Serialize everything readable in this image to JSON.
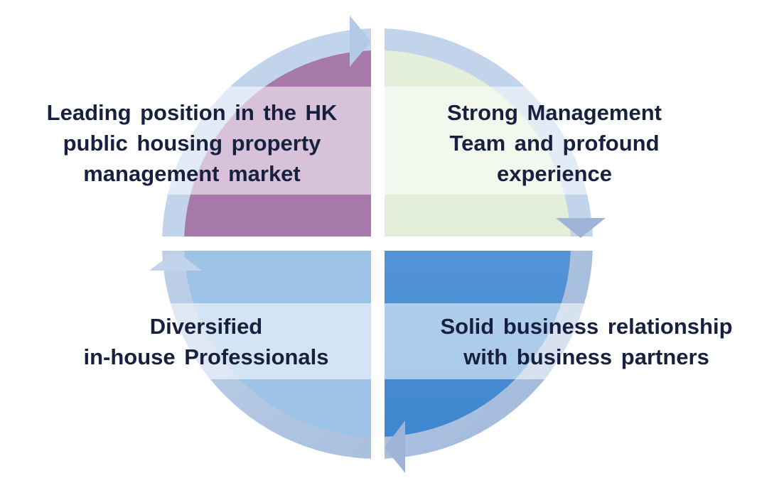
{
  "quadrants": [
    {
      "id": "top-left",
      "lines": [
        "Leading position in the HK",
        "public housing property",
        "management market"
      ],
      "color": "#a679aa"
    },
    {
      "id": "top-right",
      "lines": [
        "Strong Management",
        "Team and profound",
        "experience"
      ],
      "color": "#e3efda"
    },
    {
      "id": "bottom-left",
      "lines": [
        "Diversified",
        "in-house Professionals"
      ],
      "color": "#9dc3e6"
    },
    {
      "id": "bottom-right",
      "lines": [
        "Solid business relationship",
        "with business partners"
      ],
      "color": "#4a8fd6"
    }
  ],
  "colors": {
    "ring": "#b4c9e6",
    "ring_dark": "#9db4d6",
    "band": "#ffffff",
    "text": "#17213f"
  }
}
